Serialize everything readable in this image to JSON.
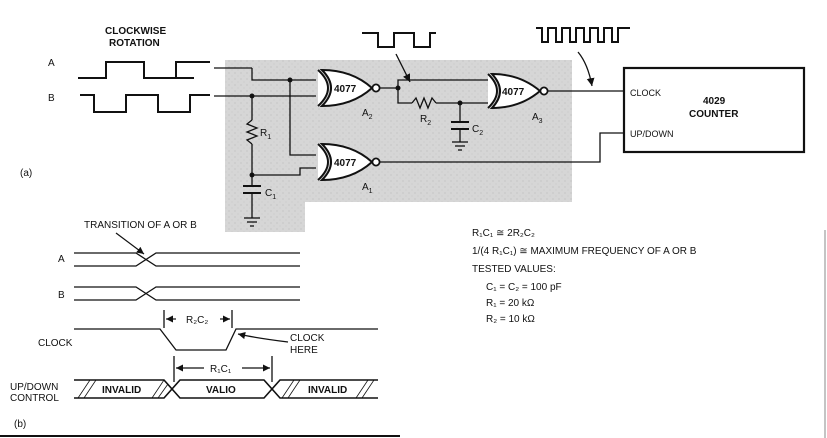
{
  "top": {
    "rotation_label_1": "CLOCKWISE",
    "rotation_label_2": "ROTATION",
    "input_a": "A",
    "input_b": "B",
    "part_a_label": "(a)"
  },
  "gates": {
    "a2_type": "4077",
    "a2_name": "A",
    "a2_sub": "2",
    "a1_type": "4077",
    "a1_name": "A",
    "a1_sub": "1",
    "a3_type": "4077",
    "a3_name": "A",
    "a3_sub": "3"
  },
  "components": {
    "r1": "R",
    "r1_sub": "1",
    "c1": "C",
    "c1_sub": "1",
    "r2": "R",
    "r2_sub": "2",
    "c2": "C",
    "c2_sub": "2"
  },
  "counter": {
    "clock_pin": "CLOCK",
    "updown_pin": "UP/DOWN",
    "name_1": "4029",
    "name_2": "COUNTER"
  },
  "notes": {
    "eq1": "R₁C₁ ≅ 2R₂C₂",
    "eq2": "1/(4 R₁C₁) ≅ MAXIMUM FREQUENCY OF A OR B",
    "tested": "TESTED VALUES:",
    "v1": "C₁ = C₂ = 100 pF",
    "v2": "R₁ = 20 kΩ",
    "v3": "R₂ = 10 kΩ"
  },
  "timing": {
    "transition": "TRANSITION OF A OR B",
    "sig_a": "A",
    "sig_b": "B",
    "sig_clock": "CLOCK",
    "r2c2": "R₂C₂",
    "clock_here_1": "CLOCK",
    "clock_here_2": "HERE",
    "r1c1": "R₁C₁",
    "updown_1": "UP/DOWN",
    "updown_2": "CONTROL",
    "invalid_left": "INVALID",
    "valid": "VALIO",
    "invalid_right": "INVALID",
    "part_b_label": "(b)"
  },
  "colors": {
    "ink": "#111111",
    "shaded_box": "#d9d9d9"
  }
}
